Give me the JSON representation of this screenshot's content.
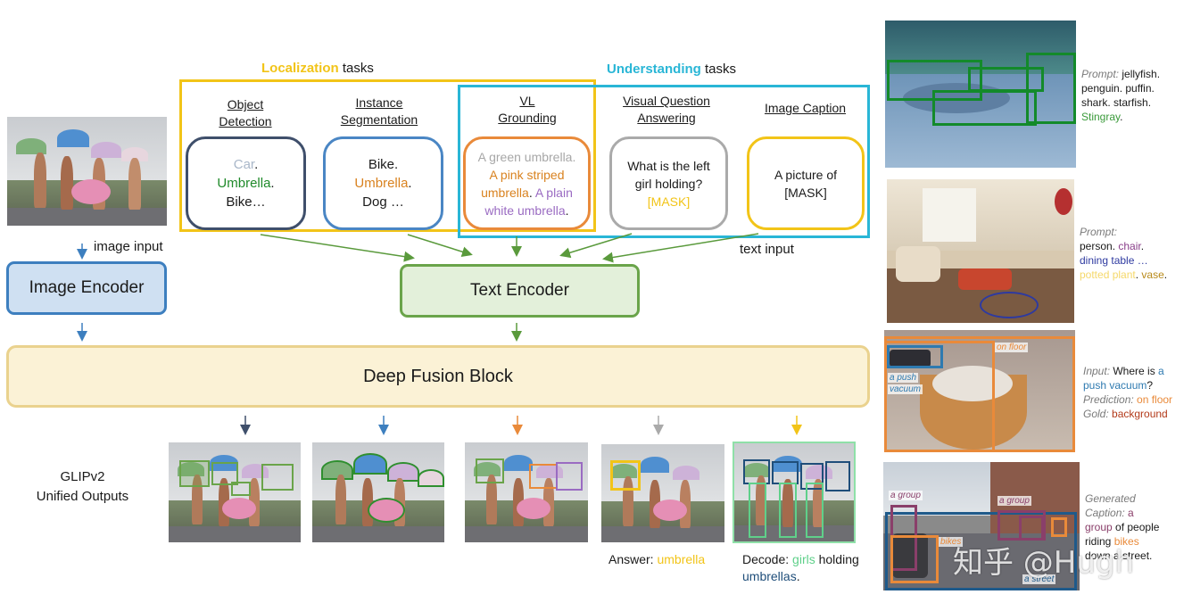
{
  "header": {
    "localization_word": "Localization",
    "localization_suffix": " tasks",
    "understanding_word": "Understanding",
    "understanding_suffix": " tasks"
  },
  "tasks": [
    {
      "title_lines": [
        "Object",
        "Detection"
      ]
    },
    {
      "title_lines": [
        "Instance",
        "Segmentation"
      ]
    },
    {
      "title_lines": [
        "VL",
        "Grounding"
      ]
    },
    {
      "title_lines": [
        "Visual Question",
        "Answering"
      ]
    },
    {
      "title_lines": [
        "Image Caption"
      ]
    }
  ],
  "box_od": {
    "l1a": "Car",
    "l1b": ".",
    "l2a": "Umbrella",
    "l2b": ".",
    "l3": "Bike…"
  },
  "box_seg": {
    "l1": "Bike.",
    "l2a": "Umbrella",
    "l2b": ".",
    "l3": "Dog …"
  },
  "box_vlg": {
    "l1": "A green umbrella.",
    "l2": "A pink striped",
    "l3a": "umbrella",
    "l3b": ". ",
    "l3c": "A plain",
    "l4": "white umbrella",
    "l4b": "."
  },
  "box_vqa": {
    "l1": "What is the left",
    "l2": "girl holding?",
    "l3": "[MASK]"
  },
  "box_cap": {
    "l1": "A picture of",
    "l2": "[MASK]"
  },
  "labels": {
    "image_input": "image input",
    "text_input": "text input",
    "image_encoder": "Image Encoder",
    "text_encoder": "Text Encoder",
    "deep_fusion": "Deep Fusion Block",
    "glip_line1": "GLIPv2",
    "glip_line2": "Unified Outputs",
    "answer_prefix": "Answer: ",
    "answer_value": "umbrella",
    "decode_prefix": "Decode: ",
    "decode_word1": "girls",
    "decode_mid": " holding",
    "decode_word2": "umbrellas",
    "decode_end": "."
  },
  "side": {
    "p1_prompt": "Prompt: ",
    "p1_a": "j",
    "p1_b": "ellyfish.",
    "p1_c": "penguin. puffin.",
    "p1_d": "shark. starfish.",
    "p1_e": "Stingray",
    "p1_f": ".",
    "p2_prompt": "Prompt:",
    "p2_a": "person. ",
    "p2_b": "chair",
    "p2_c": ".",
    "p2_d": "dining table …",
    "p2_e": "potted plant",
    "p2_f": ". ",
    "p2_g": "vase",
    "p2_h": ".",
    "p3_input": "Input: ",
    "p3_a": "Where is ",
    "p3_b": "a",
    "p3_c": "push vacuum",
    "p3_d": "?",
    "p3_pred": "Prediction: ",
    "p3_pred_val": "on floor",
    "p3_gold": "Gold: ",
    "p3_gold_val": "background",
    "p4_gen": "Generated",
    "p4_cap": "Caption: ",
    "p4_a": "a",
    "p4_b": "group",
    "p4_c": " of people",
    "p4_d": "riding ",
    "p4_e": "bikes",
    "p4_f": "down a street."
  },
  "photo_labels": {
    "on_floor": "on floor",
    "push_vacuum_1": "a push",
    "push_vacuum_2": "vacuum",
    "a_group_1": "a group",
    "a_group_2": "a group",
    "bikes": "bikes",
    "a_street": "a street"
  },
  "watermark": "知乎 @Hugh",
  "colors": {
    "yellow": "#f2c418",
    "cyan": "#29b6d6",
    "navy": "#3f4f6b",
    "blue": "#4a86c4",
    "orange": "#e98a3a",
    "gray": "#aaaaaa",
    "green_box": "#79aa5a",
    "image_encoder_fill": "#cfe0f2",
    "fusion_fill": "#fbf2d6"
  }
}
